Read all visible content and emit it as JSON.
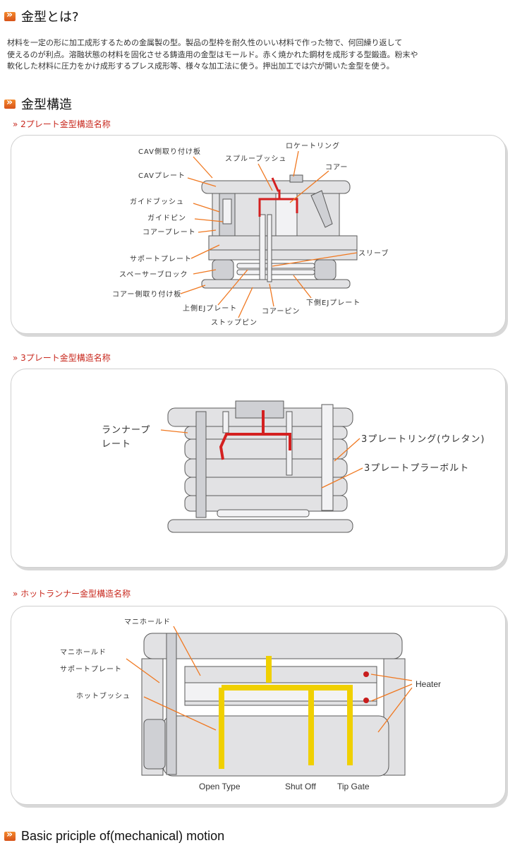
{
  "section1": {
    "title": "金型とは?",
    "paragraph_lines": [
      "材料を一定の形に加工成形するための金属製の型。製品の型枠を耐久性のいい材料で作った物で、何回繰り返して",
      "使えるのが利点。溶融状態の材料を固化させる鋳造用の金型はモールド。赤く焼かれた鋼材を成形する型鍛造。粉末や",
      "軟化した材料に圧力をかけ成形するプレス成形等、様々な加工法に使う。押出加工では穴が開いた金型を使う。"
    ]
  },
  "section2": {
    "title": "金型構造"
  },
  "two_plate": {
    "subtitle": "» 2プレート金型構造名称",
    "labels": {
      "cav_mount": "CAV側取り付け板",
      "cav_plate": "CAVプレート",
      "guide_bush": "ガイドブッシュ",
      "guide_pin": "ガイドピン",
      "core_plate": "コアープレート",
      "support_plate": "サポートプレート",
      "spacer_block": "スペーサーブロック",
      "core_mount": "コアー側取り付け板",
      "upper_ej": "上側EJプレート",
      "stop_pin": "ストップピン",
      "core_pin": "コアーピン",
      "lower_ej": "下側EJプレート",
      "sleeve": "スリーブ",
      "core": "コアー",
      "sprue_bush": "スプルーブッシュ",
      "locate_ring": "ロケートリング"
    }
  },
  "three_plate": {
    "subtitle": "» 3プレート金型構造名称",
    "labels": {
      "runner_plate_1": "ランナープ",
      "runner_plate_2": "レート",
      "ring": "3プレートリング(ウレタン)",
      "puller_bolt": "3プレートプラーボルト"
    }
  },
  "hot_runner": {
    "subtitle": "» ホットランナー金型構造名称",
    "labels": {
      "manifold": "マニホールド",
      "manifold_support_1": "マニホールド",
      "manifold_support_2": "サポートプレート",
      "hot_bush": "ホットブッシュ",
      "heater": "Heater",
      "open_type": "Open  Type",
      "shut_off": "Shut  Off",
      "tip_gate": "Tip  Gate"
    }
  },
  "section3": {
    "title": "Basic priciple of(mechanical) motion"
  },
  "colors": {
    "accent": "#e8651f",
    "subtitle": "#c8281e",
    "leader": "#f07820",
    "resin": "#d42020",
    "hot_runner": "#f0d000"
  }
}
